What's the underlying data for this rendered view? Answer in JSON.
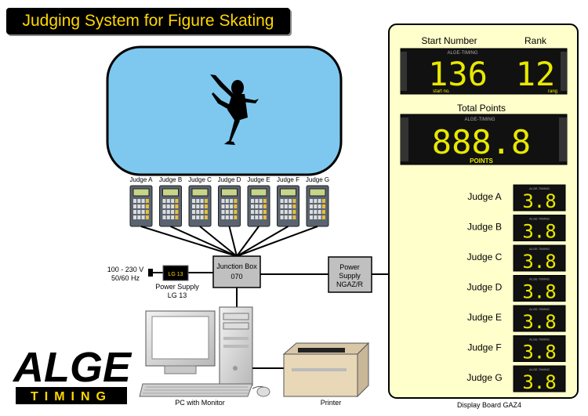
{
  "title": "Judging System for Figure Skating",
  "judges": [
    {
      "label": "Judge A"
    },
    {
      "label": "Judge B"
    },
    {
      "label": "Judge C"
    },
    {
      "label": "Judge D"
    },
    {
      "label": "Judge E"
    },
    {
      "label": "Judge F"
    },
    {
      "label": "Judge G"
    }
  ],
  "mains_label": "100 - 230 V",
  "mains_freq": "50/60 Hz",
  "lg13_device": "LG 13",
  "power_supply_lg13": [
    "Power Supply",
    "LG 13"
  ],
  "junction_box": [
    "Junction Box",
    "070"
  ],
  "power_supply_ngaz": [
    "Power",
    "Supply",
    "NGAZ/R"
  ],
  "pc_label": "PC with Monitor",
  "printer_label": "Printer",
  "logo": {
    "top": "ALGE",
    "bottom": "TIMING"
  },
  "board": {
    "start_number_label": "Start Number",
    "rank_label": "Rank",
    "start_number": "136",
    "rank": "12",
    "brand": "ALGE-TIMING",
    "startno_small": "start no.",
    "rang_small": "rang",
    "total_points_label": "Total Points",
    "total_points": "888.8",
    "points_small": "POINTS",
    "judge_scores": [
      {
        "label": "Judge A",
        "score": "3.8"
      },
      {
        "label": "Judge B",
        "score": "3.8"
      },
      {
        "label": "Judge C",
        "score": "3.8"
      },
      {
        "label": "Judge D",
        "score": "3.8"
      },
      {
        "label": "Judge E",
        "score": "3.8"
      },
      {
        "label": "Judge F",
        "score": "3.8"
      },
      {
        "label": "Judge G",
        "score": "3.8"
      }
    ],
    "caption": "Display Board GAZ4"
  },
  "colors": {
    "rink": "#7ec8f0",
    "board_bg": "#ffffcc",
    "digit": "#e8e800",
    "title_text": "#ffd700",
    "box_gray": "#c0c0c0"
  }
}
